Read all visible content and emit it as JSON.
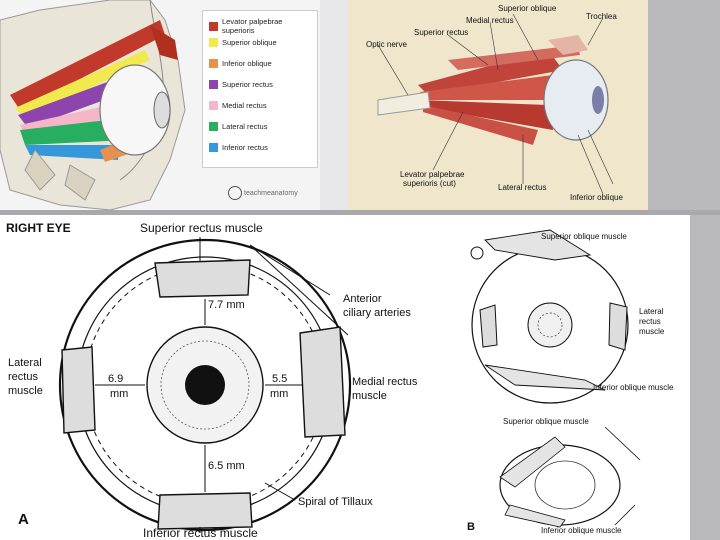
{
  "top_left": {
    "legend": [
      {
        "label": "Levator palpebrae superioris",
        "color": "#c0392b"
      },
      {
        "label": "Superior oblique",
        "color": "#f2e94e"
      },
      {
        "label": "Inferior oblique",
        "color": "#e8914d"
      },
      {
        "label": "Superior rectus",
        "color": "#8e44ad"
      },
      {
        "label": "Medial rectus",
        "color": "#f4b6c8"
      },
      {
        "label": "Lateral rectus",
        "color": "#27ae60"
      },
      {
        "label": "Inferior rectus",
        "color": "#3498db"
      }
    ],
    "watermark": "teachmeanatomy"
  },
  "top_right": {
    "labels": {
      "superior_oblique": "Superior oblique",
      "medial_rectus": "Medial rectus",
      "trochlea": "Trochlea",
      "superior_rectus": "Superior rectus",
      "optic_nerve": "Optic nerve",
      "levator_line1": "Levator palpebrae",
      "levator_line2": "superioris (cut)",
      "lateral_rectus": "Lateral rectus",
      "inferior_oblique": "Inferior oblique"
    }
  },
  "diagram_a": {
    "title": "RIGHT EYE",
    "letter": "A",
    "superior_rectus": "Superior rectus muscle",
    "anterior_line1": "Anterior",
    "anterior_line2": "ciliary arteries",
    "lateral_line1": "Lateral",
    "lateral_line2": "rectus",
    "lateral_line3": "muscle",
    "medial_line1": "Medial rectus",
    "medial_line2": "muscle",
    "dist_top": "7.7 mm",
    "dist_left_val": "6.9",
    "dist_left_unit": "mm",
    "dist_right_val": "5.5",
    "dist_right_unit": "mm",
    "dist_bottom": "6.5 mm",
    "spiral": "Spiral of Tillaux",
    "inferior_rectus": "Inferior rectus muscle"
  },
  "diagram_b": {
    "letter": "B",
    "superior_oblique_1": "Superior oblique muscle",
    "lateral_line1": "Lateral",
    "lateral_line2": "rectus",
    "lateral_line3": "muscle",
    "inferior_oblique_1": "Inferior oblique muscle",
    "superior_oblique_2": "Superior oblique muscle",
    "inferior_oblique_2": "Inferior oblique muscle"
  }
}
